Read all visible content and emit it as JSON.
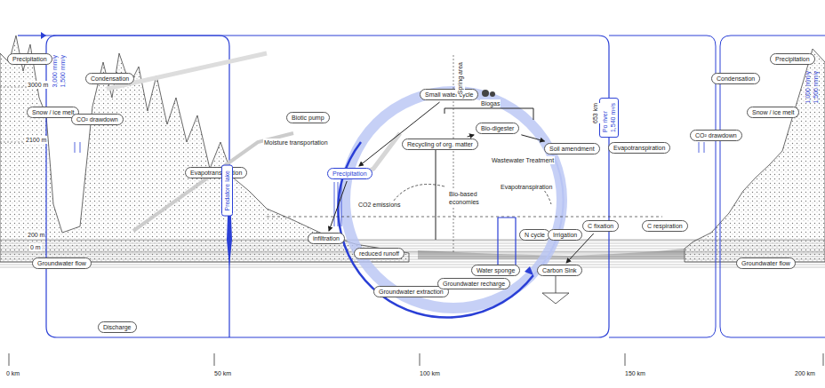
{
  "diagram": {
    "nodes": [
      {
        "text": [
          "Precipitation"
        ]
      },
      {
        "text": [
          "Condensation"
        ]
      },
      {
        "text": [
          "Snow / ice melt"
        ]
      },
      {
        "text": [
          "CO² drawdown"
        ]
      },
      {
        "text": [
          "Biotic pump"
        ]
      },
      {
        "text": [
          "Evapotranspiration"
        ]
      },
      {
        "text": [
          "Precipitation"
        ]
      },
      {
        "text": [
          "infiltration"
        ]
      },
      {
        "text": [
          "reduced runoff"
        ]
      },
      {
        "text": [
          "Groundwater flow"
        ]
      },
      {
        "text": [
          "Groundwater extraction"
        ]
      },
      {
        "text": [
          "Small water cycle"
        ]
      },
      {
        "text": [
          "Bio-digester"
        ]
      },
      {
        "text": [
          "Recycling of org. matter"
        ]
      },
      {
        "text": [
          "Soil amendment"
        ]
      },
      {
        "text": [
          "Evapotranspiration"
        ]
      },
      {
        "text": [
          "C fixation"
        ]
      },
      {
        "text": [
          "C respiration"
        ]
      },
      {
        "text": [
          "N cycle"
        ]
      },
      {
        "text": [
          "Irrigation"
        ]
      },
      {
        "text": [
          "Water sponge"
        ]
      },
      {
        "text": [
          "Carbon Sink"
        ]
      },
      {
        "text": [
          "Groundwater recharge"
        ]
      },
      {
        "text": [
          "Discharge"
        ]
      },
      {
        "text": [
          "Condensation"
        ]
      },
      {
        "text": [
          "Snow / ice melt"
        ]
      },
      {
        "text": [
          "Groundwater flow"
        ]
      },
      {
        "text": [
          "Precipitation"
        ]
      },
      {
        "text": [
          "Predatore lake"
        ]
      },
      {
        "text": [
          "Po river",
          "1,540 m³/s"
        ]
      },
      {
        "text": [
          "CO² drawdown"
        ]
      }
    ],
    "edges": [
      {
        "from": 11,
        "to": 6,
        "arrow": "to"
      },
      {
        "from": 6,
        "to": 7,
        "arrow": "to"
      },
      {
        "from": 13,
        "to": 12,
        "arrow": "to"
      },
      {
        "from": 12,
        "to": 14,
        "arrow": "to"
      },
      {
        "from": 16,
        "to": 21,
        "arrow": "to"
      }
    ],
    "labels": [
      "3,000 mm/y",
      "1,500 mm/y",
      "3000 m",
      "2100 m",
      "200 m",
      "0 m",
      "Moisture transportation",
      "CO2 emissions",
      "Biogas",
      "Wastewater Treatment",
      "Bio-based economies",
      "Evapotranspiration",
      "Spring area",
      "653 km",
      "1,000 mm/y",
      "1,500 mm/y",
      "0 km",
      "50 km",
      "100 km",
      "150 km",
      "200 km"
    ]
  }
}
